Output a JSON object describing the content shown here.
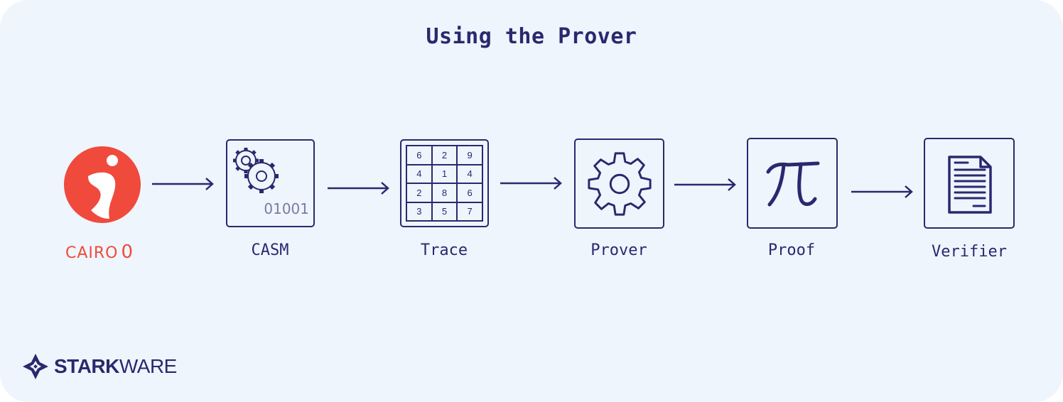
{
  "title": "Using the Prover",
  "steps": [
    {
      "label": "CAIRO",
      "label_suffix": "0",
      "icon": "cairo-logo-icon"
    },
    {
      "label": "CASM",
      "icon": "gears-icon",
      "bits": "01001"
    },
    {
      "label": "Trace",
      "icon": "trace-grid-icon"
    },
    {
      "label": "Prover",
      "icon": "gear-icon"
    },
    {
      "label": "Proof",
      "icon": "pi-icon"
    },
    {
      "label": "Verifier",
      "icon": "document-icon"
    }
  ],
  "trace_grid": [
    [
      "6",
      "2",
      "9"
    ],
    [
      "4",
      "1",
      "4"
    ],
    [
      "2",
      "8",
      "6"
    ],
    [
      "3",
      "5",
      "7"
    ]
  ],
  "footer": {
    "brand_bold": "STARK",
    "brand_light": "WARE"
  },
  "colors": {
    "background": "#eef5fd",
    "primary": "#29296e",
    "cairo": "#f04a3c"
  }
}
